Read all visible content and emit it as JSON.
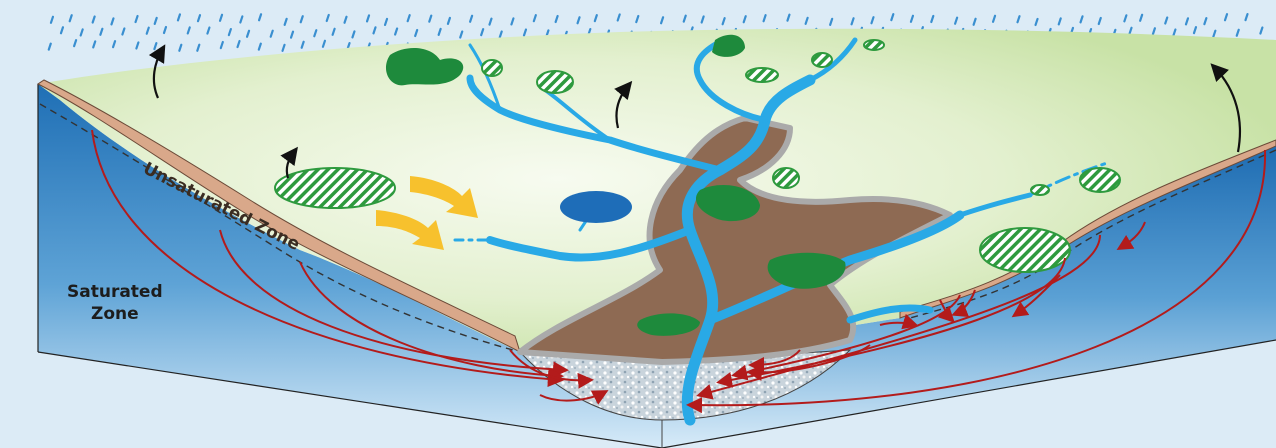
{
  "labels": {
    "unsaturated_zone": "Unsaturated Zone",
    "saturated_zone_line1": "Saturated",
    "saturated_zone_line2": "Zone"
  },
  "colors": {
    "sky": "#dcebf6",
    "rain": "#3a8fd0",
    "land_surface": "#d8ebc0",
    "land_highlight": "#f2f8e8",
    "unsaturated_soil": "#d9a88a",
    "saturated_water_deep": "#1f6fb5",
    "saturated_water_light": "#cfe6f7",
    "river": "#29a9e6",
    "floodplain": "#8e6a53",
    "floodplain_edge": "#b0b0b0",
    "wetland_green": "#1e8a3c",
    "wetland_hatched": "#2e9a3e",
    "lake": "#1e6db8",
    "flow_arrow_red": "#b31b1b",
    "evaporation_arrow": "#111111",
    "runoff_arrow_yellow": "#f7c12d",
    "alluvium": "#c7d3dc"
  },
  "icons": {
    "evaporation": "black-curved-arrow-up",
    "groundwater_flow": "red-curved-arrow",
    "overland_runoff": "yellow-block-arrow",
    "rain": "rain-drop-dashes",
    "wetland": "hatched-green-ellipse"
  }
}
